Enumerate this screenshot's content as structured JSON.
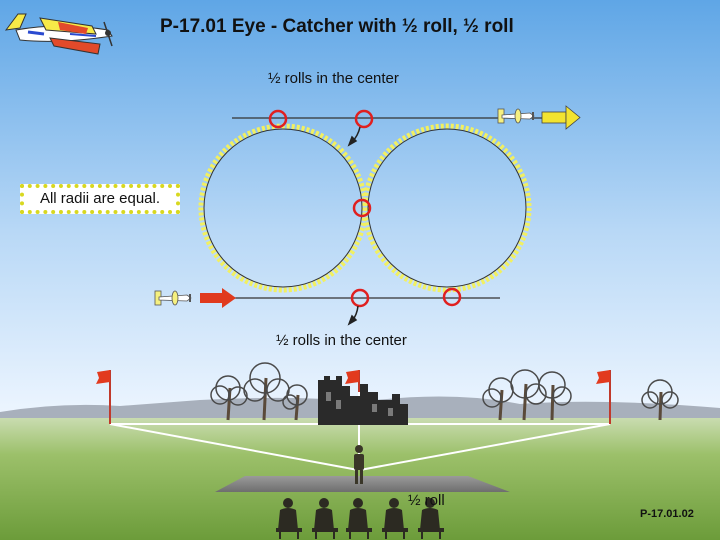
{
  "title": "P-17.01 Eye - Catcher with ½ roll, ½ roll",
  "top_label": "½ rolls in the center",
  "bottom_label": "½ rolls in the center",
  "radii_note": "All radii are equal.",
  "pilot_label": "½ roll",
  "figure_code": "P-17.01.02",
  "colors": {
    "sky_top": "#5fa6e6",
    "sky_bottom": "#e6f2ff",
    "grass": "#7fae4a",
    "loop_yellow": "#f2f060",
    "roll_marker": "#e02020",
    "entry_arrow": "#e03a1e",
    "exit_arrow": "#f2e430",
    "box_border": "#d8d820"
  },
  "icons": [
    "airplane-logo-icon",
    "airplane-icon",
    "flag-icon",
    "tree-icon",
    "castle-icon",
    "pilot-icon",
    "judge-icon"
  ]
}
